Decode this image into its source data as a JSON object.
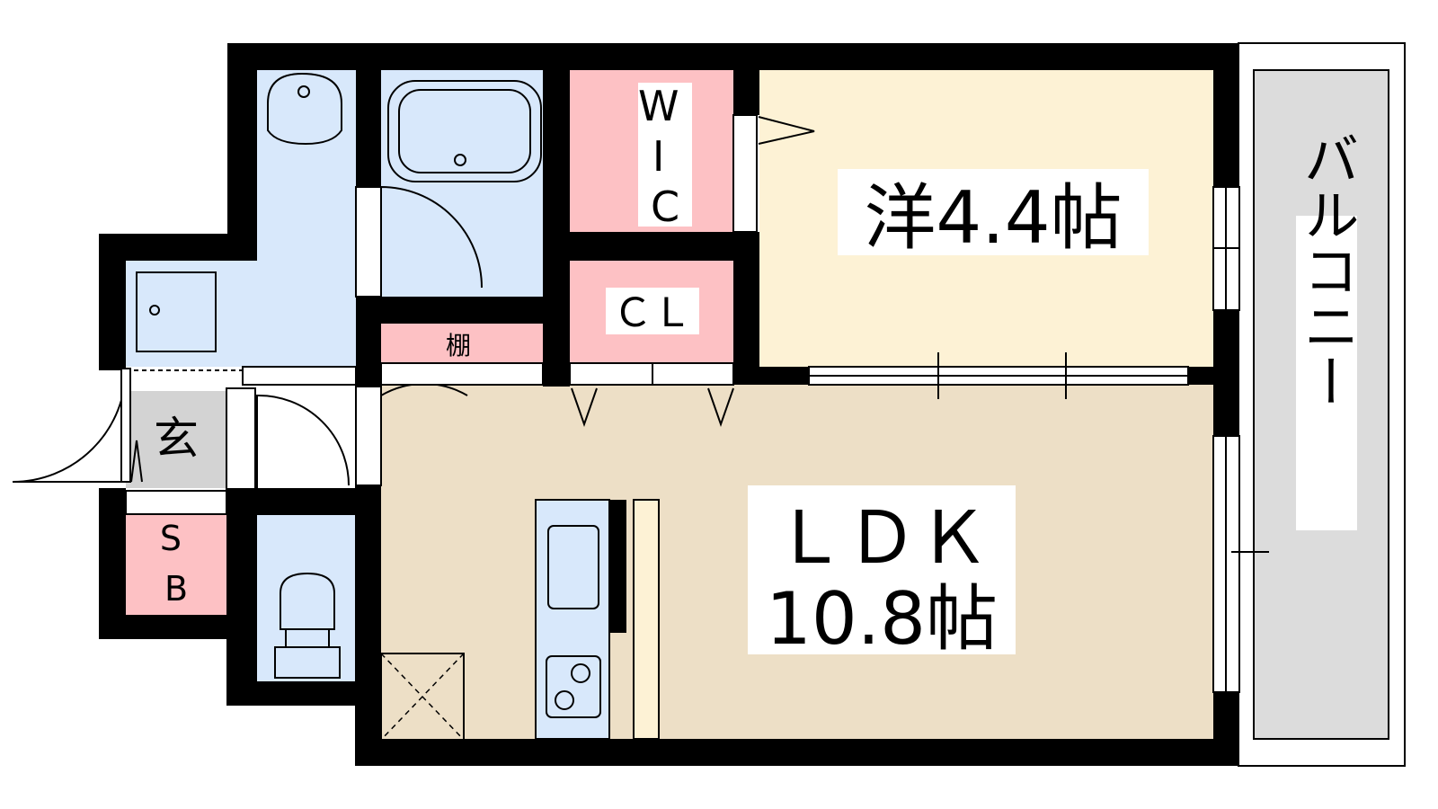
{
  "floorplan": {
    "rooms": {
      "western": {
        "label": "洋4.4帖",
        "fill": "#fdf2d5"
      },
      "ldk": {
        "line1": "ＬＤＫ",
        "line2": "10.8帖",
        "fill": "#eddfc6"
      },
      "balcony": {
        "label": "バルコニー",
        "fill": "#dcdcdc"
      },
      "wic": {
        "label": "W\nI\nC",
        "fill": "#fdc1c4"
      },
      "closet": {
        "label": "ＣＬ",
        "fill": "#fdc1c4"
      },
      "shelf": {
        "label": "棚",
        "fill": "#fdc1c4"
      },
      "entrance": {
        "label": "玄",
        "fill": "#d3d3d3"
      },
      "shoebox": {
        "label": "S\nB",
        "fill": "#fdc1c4"
      },
      "wet_area": {
        "fill": "#d8e8fb"
      }
    },
    "colors": {
      "wall": "#000000",
      "line": "#000000"
    }
  }
}
